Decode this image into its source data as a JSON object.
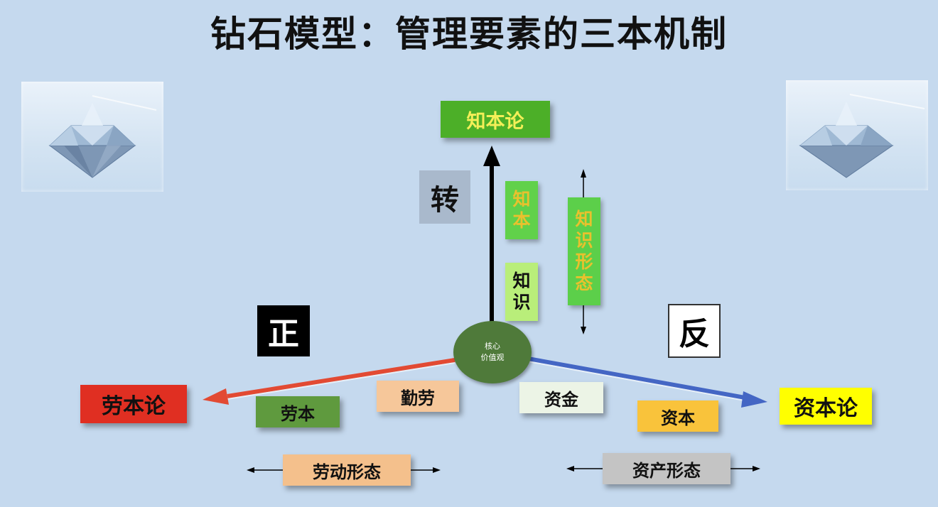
{
  "title": "钻石模型：管理要素的三本机制",
  "center": {
    "line1": "核心",
    "line2": "价值观"
  },
  "top_node": "知本论",
  "left_node": "劳本论",
  "right_node": "资本论",
  "markers": {
    "zhuan": "转",
    "zheng": "正",
    "fan": "反"
  },
  "vertical_labels": {
    "zhiben": [
      "知",
      "本"
    ],
    "zhishi": [
      "知",
      "识"
    ],
    "zhishi_xingtai": [
      "知",
      "识",
      "形",
      "态"
    ]
  },
  "left_labels": {
    "laoben": "劳本",
    "qinlao": "勤劳",
    "form": "劳动形态"
  },
  "right_labels": {
    "zijin": "资金",
    "ziben": "资本",
    "form": "资产形态"
  },
  "colors": {
    "background": "#c5d9ee",
    "left_arrow": "#e24a33",
    "right_arrow": "#4466c4",
    "up_arrow": "#000000",
    "zhiben_node": "#4caf28",
    "laoben_node": "#e02f22",
    "ziben_node": "#ffff00",
    "core": "#4f7a3a"
  },
  "icons": [
    "diamond-image",
    "diamond-image"
  ]
}
